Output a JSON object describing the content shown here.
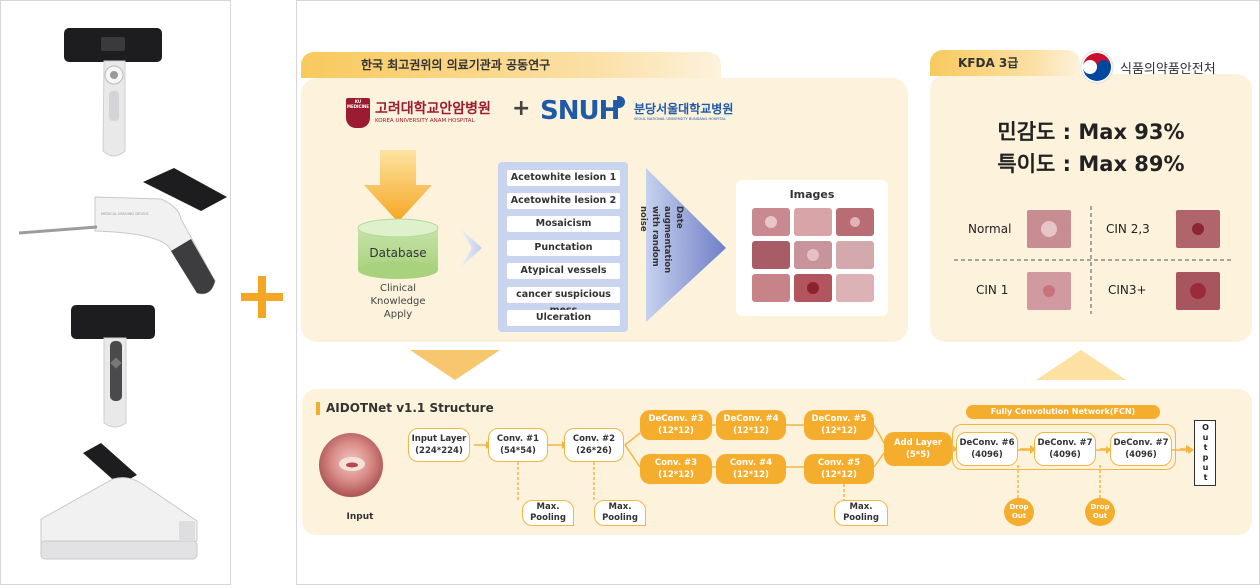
{
  "research_panel": {
    "title": "한국 최고권위의 의료기관과 공동연구",
    "partner1": {
      "badge": "KU MEDICINE",
      "name_ko": "고려대학교안암병원",
      "name_en": "KOREA UNIVERSITY ANAM HOSPITAL"
    },
    "plus": "+",
    "partner2": {
      "logo": "SNUH",
      "name_ko": "분당서울대학교병원",
      "name_en": "SEOUL NATIONAL UNIVERSITY BUNDANG HOSPITAL"
    },
    "database": {
      "label": "Database",
      "caption": [
        "Clinical",
        "Knowledge",
        "Apply"
      ]
    },
    "augment_items": [
      "Acetowhite lesion 1",
      "Acetowhite lesion 2",
      "Mosaicism",
      "Punctation",
      "Atypical vessels",
      "cancer suspicious mess",
      "Ulceration"
    ],
    "augment_label": [
      "Date augmentation",
      "with random noise"
    ],
    "images_title": "Images"
  },
  "kfda_panel": {
    "title": "KFDA 3급",
    "agency": "식품의약품안전처",
    "sensitivity": "민감도 : Max 93%",
    "specificity": "특이도 : Max 89%",
    "classes": [
      "Normal",
      "CIN 2,3",
      "CIN 1",
      "CIN3+"
    ]
  },
  "structure_panel": {
    "title": "AIDOTNet v1.1 Structure",
    "input_label": "Input",
    "input_layer": [
      "Input Layer",
      "(224*224)"
    ],
    "conv1": [
      "Conv. #1",
      "(54*54)"
    ],
    "conv2": [
      "Conv. #2",
      "(26*26)"
    ],
    "top_row": [
      [
        "DeConv. #3",
        "(12*12)"
      ],
      [
        "DeConv. #4",
        "(12*12)"
      ],
      [
        "DeConv. #5",
        "(12*12)"
      ]
    ],
    "bottom_row": [
      [
        "Conv. #3",
        "(12*12)"
      ],
      [
        "Conv. #4",
        "(12*12)"
      ],
      [
        "Conv. #5",
        "(12*12)"
      ]
    ],
    "add_layer": [
      "Add Layer",
      "(5*5)"
    ],
    "fcn_label": "Fully Convolution Network(FCN)",
    "fcn_nodes": [
      [
        "DeConv. #6",
        "(4096)"
      ],
      [
        "DeConv. #7",
        "(4096)"
      ],
      [
        "DeConv. #7",
        "(4096)"
      ]
    ],
    "output_label": "Output",
    "pooling": [
      "Max.",
      "Pooling"
    ],
    "drop_out": [
      "Drop",
      "Out"
    ]
  },
  "colors": {
    "accent": "#f5ad2e",
    "cream": "#fdf2dc",
    "blue_box": "#c9d5ef",
    "krimson": "#9b1b30",
    "snuh_blue": "#1f5aa6"
  }
}
